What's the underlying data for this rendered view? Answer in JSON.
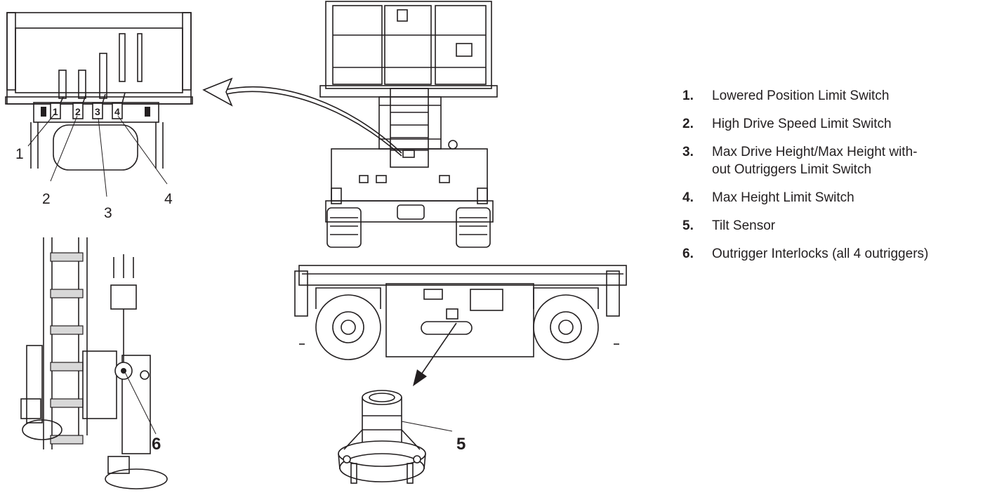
{
  "callouts": {
    "c1": "1",
    "c2": "2",
    "c3": "3",
    "c4": "4",
    "c5": "5",
    "c6": "6",
    "switch_1": "1",
    "switch_2": "2",
    "switch_3": "3",
    "switch_4": "4"
  },
  "legend": [
    {
      "num": "1.",
      "text": "Lowered Position Limit Switch"
    },
    {
      "num": "2.",
      "text": "High Drive Speed Limit Switch"
    },
    {
      "num": "3.",
      "text": "Max Drive Height/Max Height with-\nout Outriggers Limit Switch"
    },
    {
      "num": "4.",
      "text": "Max Height Limit Switch"
    },
    {
      "num": "5.",
      "text": "Tilt Sensor"
    },
    {
      "num": "6.",
      "text": "Outrigger Interlocks (all 4 outriggers)"
    }
  ]
}
